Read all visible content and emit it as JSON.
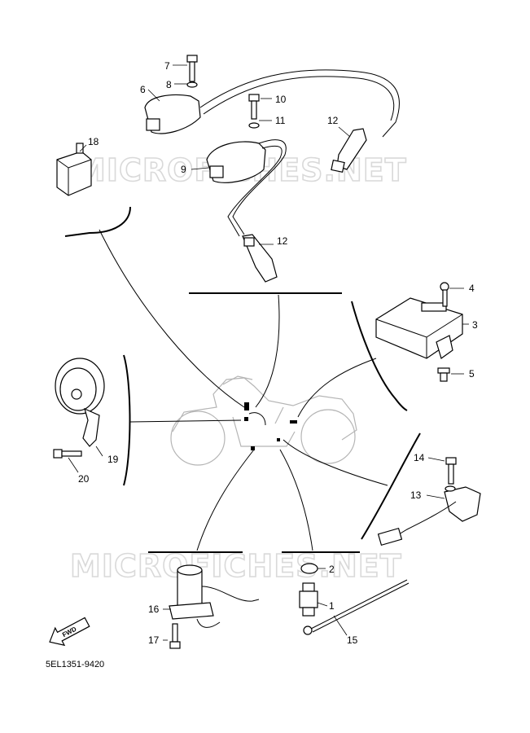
{
  "diagram_code": "5EL1351-9420",
  "watermark": "MICROFICHES.NET",
  "fwd_label": "FWD",
  "callouts": [
    {
      "id": "c1",
      "label": "1"
    },
    {
      "id": "c2",
      "label": "2"
    },
    {
      "id": "c3",
      "label": "3"
    },
    {
      "id": "c4",
      "label": "4"
    },
    {
      "id": "c5",
      "label": "5"
    },
    {
      "id": "c6",
      "label": "6"
    },
    {
      "id": "c7",
      "label": "7"
    },
    {
      "id": "c8",
      "label": "8"
    },
    {
      "id": "c9",
      "label": "9"
    },
    {
      "id": "c10",
      "label": "10"
    },
    {
      "id": "c11",
      "label": "11"
    },
    {
      "id": "c12a",
      "label": "12"
    },
    {
      "id": "c12b",
      "label": "12"
    },
    {
      "id": "c13",
      "label": "13"
    },
    {
      "id": "c14",
      "label": "14"
    },
    {
      "id": "c15",
      "label": "15"
    },
    {
      "id": "c16",
      "label": "16"
    },
    {
      "id": "c17",
      "label": "17"
    },
    {
      "id": "c18",
      "label": "18"
    },
    {
      "id": "c19",
      "label": "19"
    },
    {
      "id": "c20",
      "label": "20"
    }
  ]
}
